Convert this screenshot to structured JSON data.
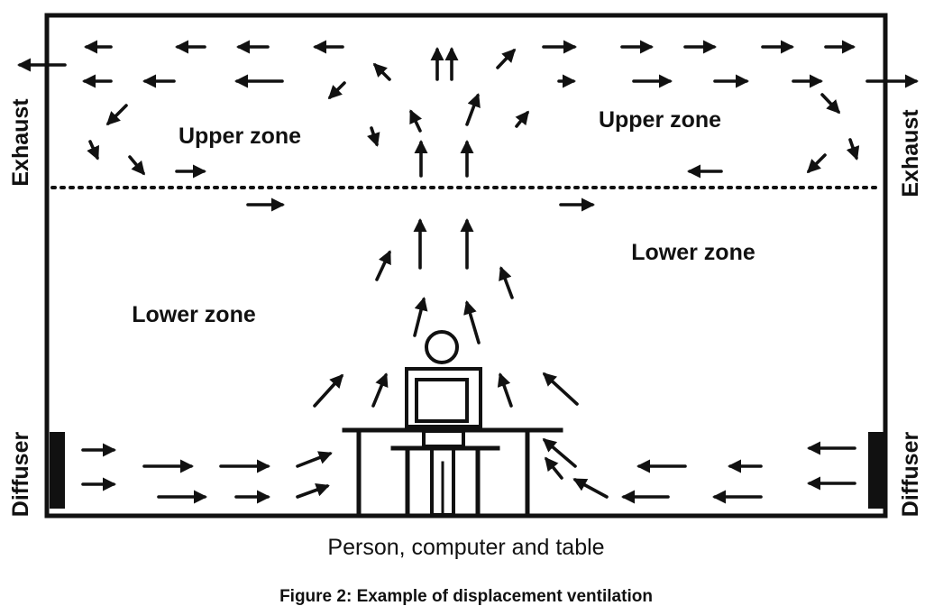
{
  "zones": {
    "upper_left": "Upper zone",
    "upper_right": "Upper zone",
    "lower_left": "Lower zone",
    "lower_right": "Lower zone"
  },
  "exhaust": {
    "left": "Exhaust",
    "right": "Exhaust"
  },
  "diffuser": {
    "left": "Diffuser",
    "right": "Diffuser"
  },
  "caption": "Person, computer and table",
  "figure_title": "Figure 2: Example of displacement ventilation",
  "colors": {
    "ink": "#111111",
    "background": "#ffffff"
  }
}
